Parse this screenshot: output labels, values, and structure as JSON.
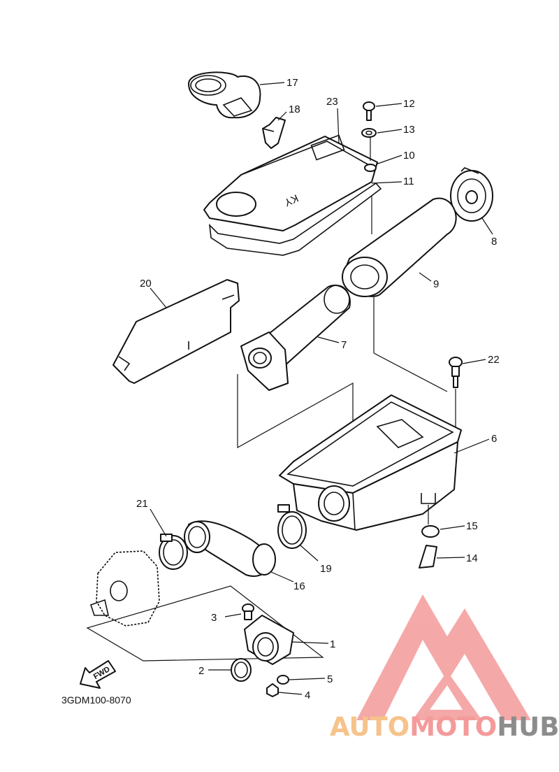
{
  "diagram": {
    "drawing_code": "3GDM100-8070",
    "fwd_label": "FWD",
    "tray_mark": "KY",
    "callouts": {
      "c1": "1",
      "c2": "2",
      "c3": "3",
      "c4": "4",
      "c5": "5",
      "c6": "6",
      "c7": "7",
      "c8": "8",
      "c9": "9",
      "c10": "10",
      "c11": "11",
      "c12": "12",
      "c13": "13",
      "c14": "14",
      "c15": "15",
      "c16": "16",
      "c17": "17",
      "c18": "18",
      "c19": "19",
      "c20": "20",
      "c21": "21",
      "c22": "22",
      "c23": "23"
    }
  },
  "watermark": {
    "part1": "AUTO",
    "part2": "MOTO",
    "part3": "HUB",
    "colors": {
      "auto": "#f6c38a",
      "moto": "#f49a9a",
      "hub": "#8c8c8c",
      "triangle": "#f49a9a"
    }
  }
}
